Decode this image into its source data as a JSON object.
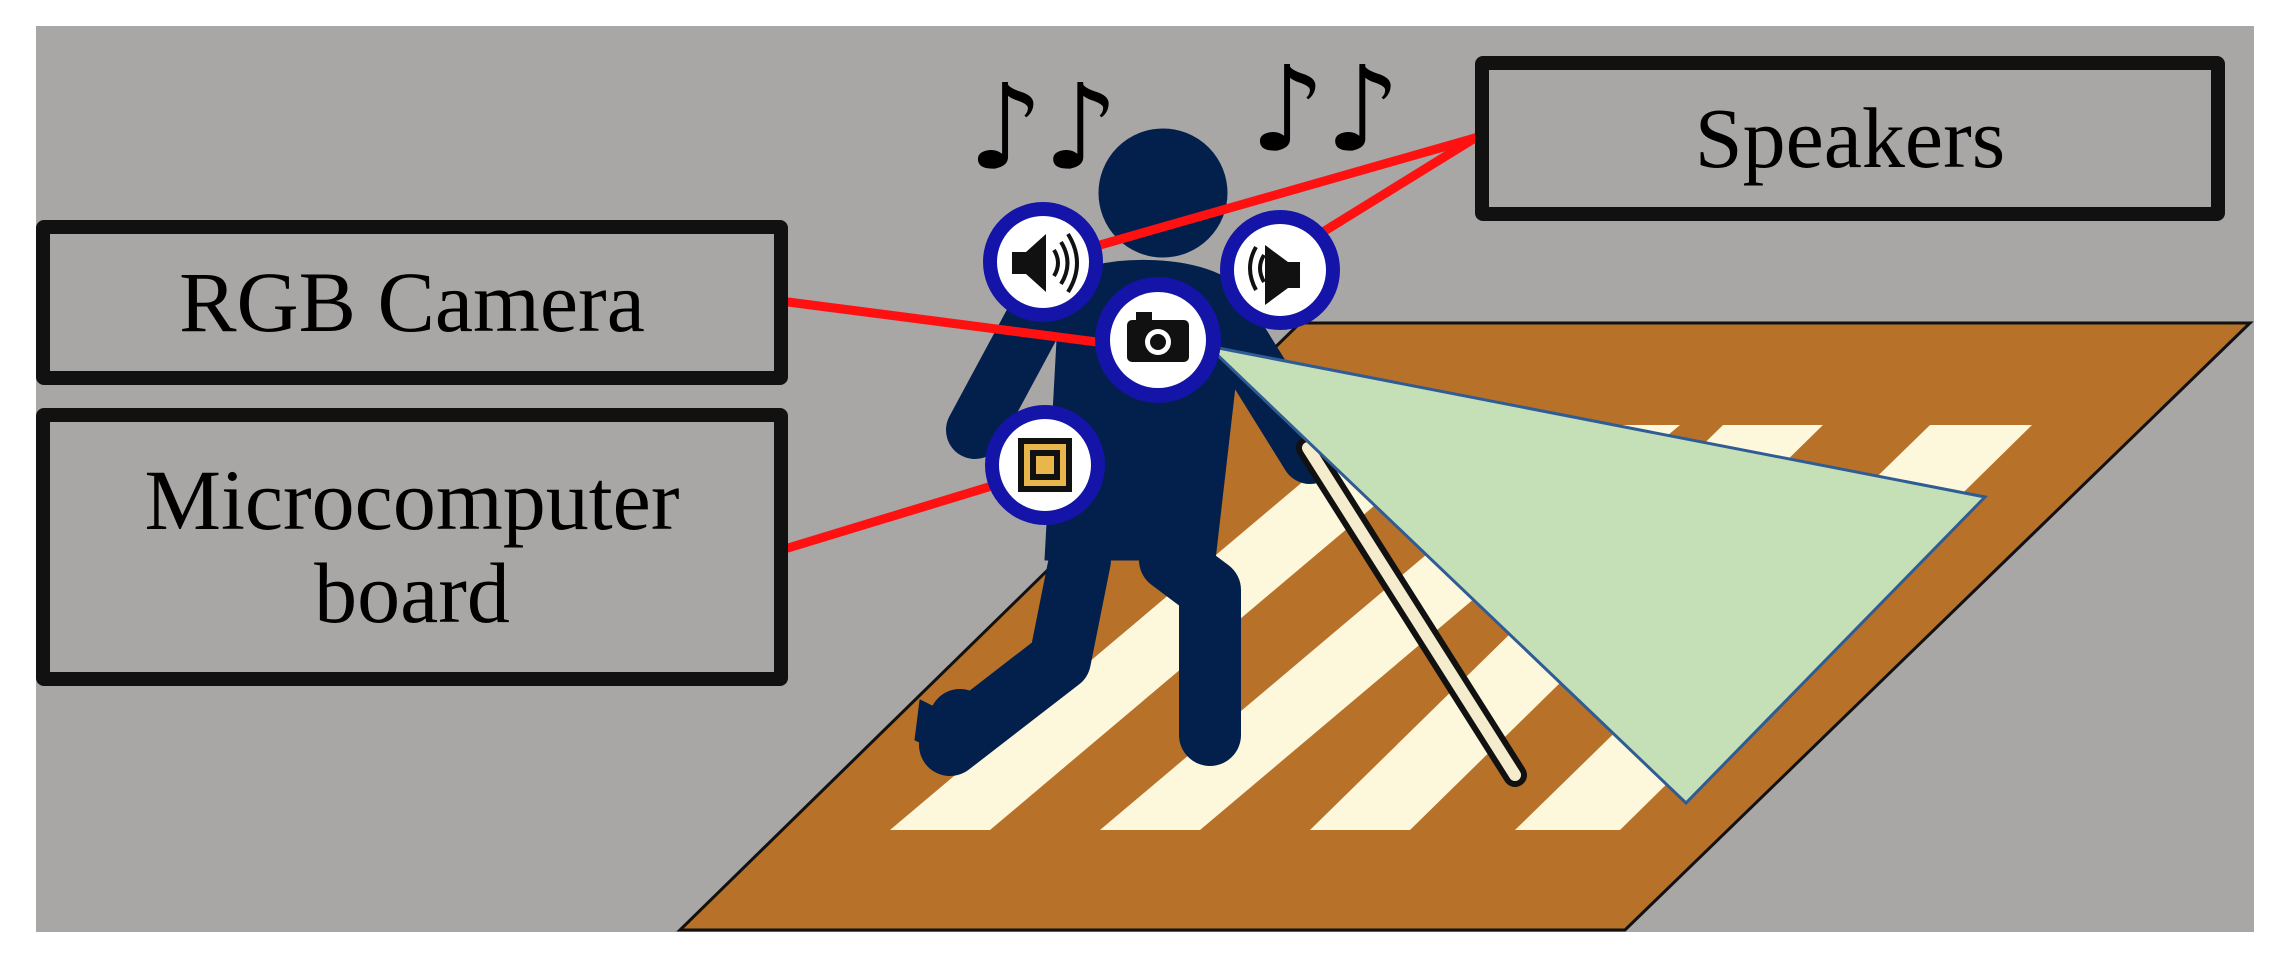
{
  "labels": {
    "speakers": "Speakers",
    "rgb_camera": "RGB Camera",
    "microcomputer_line1": "Microcomputer",
    "microcomputer_line2": "board"
  },
  "music_notes": {
    "left": "♪♪",
    "right": "♪♪"
  },
  "icons": [
    "speaker-left-icon",
    "speaker-right-icon",
    "camera-icon",
    "microchip-icon",
    "person-icon",
    "cane-icon",
    "camera-field-of-view",
    "crosswalk"
  ],
  "colors": {
    "background": "#a9a6a6",
    "person": "#03204d",
    "icon_ring": "#1414a8",
    "connector_line": "#ff1111",
    "road": "#b87129",
    "crosswalk_stripes": "#fdf7dc",
    "camera_view": "#c5dfb6",
    "label_border": "#111111"
  }
}
